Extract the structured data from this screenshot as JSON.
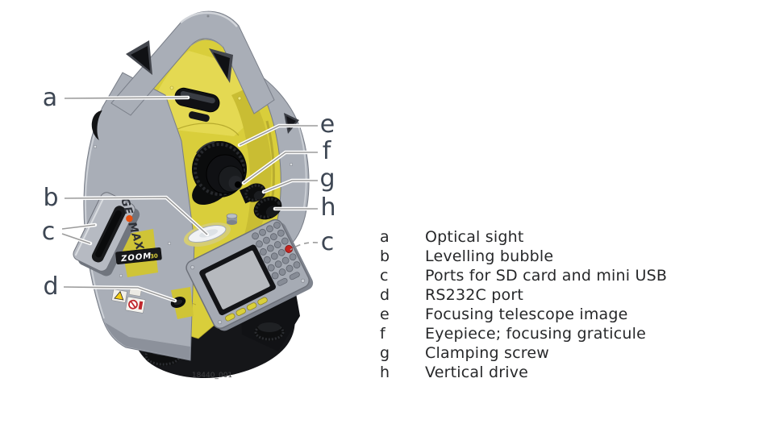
{
  "figure": {
    "caption": "18440_001"
  },
  "branding": {
    "logo_prefix": "GE",
    "logo_dot": "●",
    "logo_suffix": "MAX",
    "model_badge": "ZOOM",
    "model_badge_number": "30"
  },
  "callouts": [
    {
      "label": "a"
    },
    {
      "label": "b"
    },
    {
      "label": "c"
    },
    {
      "label": "d"
    },
    {
      "label": "e"
    },
    {
      "label": "f"
    },
    {
      "label": "g"
    },
    {
      "label": "h"
    },
    {
      "label": "c"
    }
  ],
  "legend": {
    "items": [
      {
        "key": "a",
        "desc": "Optical sight"
      },
      {
        "key": "b",
        "desc": "Levelling bubble"
      },
      {
        "key": "c",
        "desc": "Ports for SD card and mini USB"
      },
      {
        "key": "d",
        "desc": "RS232C port"
      },
      {
        "key": "e",
        "desc": "Focusing telescope image"
      },
      {
        "key": "f",
        "desc": "Eyepiece; focusing graticule"
      },
      {
        "key": "g",
        "desc": "Clamping screw"
      },
      {
        "key": "h",
        "desc": "Vertical drive"
      }
    ]
  },
  "colors": {
    "body_yellow": "#d9ce3b",
    "cover_gray": "#a9aeb7",
    "legend_text": "#27282a",
    "callout_letter": "#3d4653",
    "leader_line": "#9b9b9b",
    "logo_dot_orange": "#e8500f",
    "fn_key_yellow": "#d9cf3b",
    "power_key_red": "#c4241f"
  }
}
